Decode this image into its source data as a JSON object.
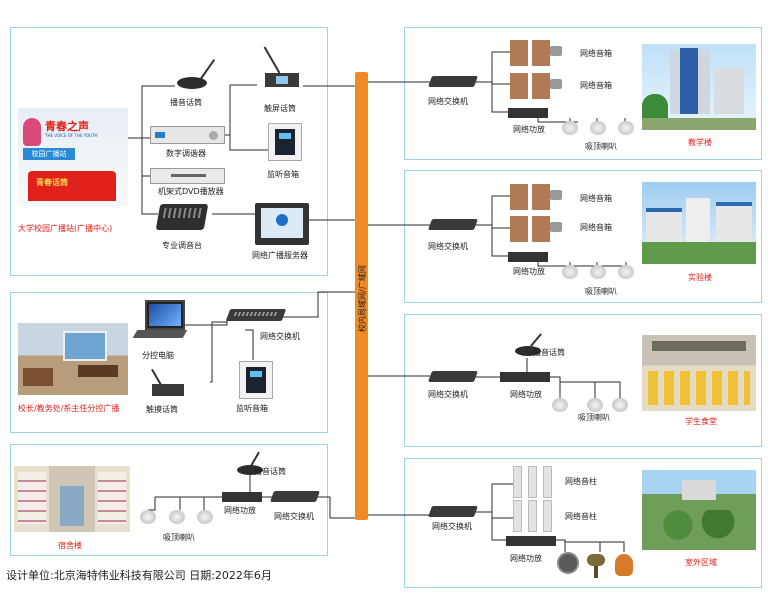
{
  "broadcast_center": {
    "title": "大学校园广播站(广播中心)",
    "logo_text_1": "青春之声",
    "logo_text_2": "THE VOICE OF THE YOUTH",
    "logo_text_3": "校园广播站",
    "desk_text": "青春话筒",
    "devices": {
      "mic": "播音话筒",
      "touch_mic": "触屏话筒",
      "digital_tuner": "数字调谐器",
      "monitor_speaker": "监听音箱",
      "dvd": "机架式DVD播放器",
      "mixer": "专业调音台",
      "server": "网络广播服务器"
    }
  },
  "backbone": {
    "label": "校内局域网/广域网"
  },
  "principal_office": {
    "title": "校长/教务处/系主任分控广播",
    "devices": {
      "pc": "分控电脑",
      "switch": "网络交换机",
      "touch_mic": "触摸话筒",
      "monitor_speaker": "监听音箱"
    }
  },
  "dormitory": {
    "title": "宿舍楼",
    "devices": {
      "mic": "播音话筒",
      "amp": "网络功放",
      "switch": "网络交换机",
      "ceiling": "吸顶喇叭"
    }
  },
  "teaching": {
    "title": "教学楼",
    "devices": {
      "switch": "网络交换机",
      "speaker1": "网络音箱",
      "speaker2": "网络音箱",
      "amp": "网络功放",
      "ceiling": "吸顶喇叭"
    }
  },
  "lab": {
    "title": "实验楼",
    "devices": {
      "switch": "网络交换机",
      "speaker1": "网络音箱",
      "speaker2": "网络音箱",
      "amp": "网络功放",
      "ceiling": "吸顶喇叭"
    }
  },
  "canteen": {
    "title": "学生食堂",
    "devices": {
      "switch": "网络交换机",
      "mic": "播音话筒",
      "amp": "网络功放",
      "ceiling": "吸顶喇叭"
    }
  },
  "outdoor": {
    "title": "室外区域",
    "devices": {
      "switch": "网络交换机",
      "column1": "网络音柱",
      "column2": "网络音柱",
      "amp": "网络功放"
    }
  },
  "footer": {
    "design_unit": "设计单位:北京海特伟业科技有限公司",
    "date": "日期:2022年6月"
  },
  "colors": {
    "backbone": "#f08a24",
    "title_red": "#e0211b",
    "panel_border": "#9fd0e6"
  }
}
